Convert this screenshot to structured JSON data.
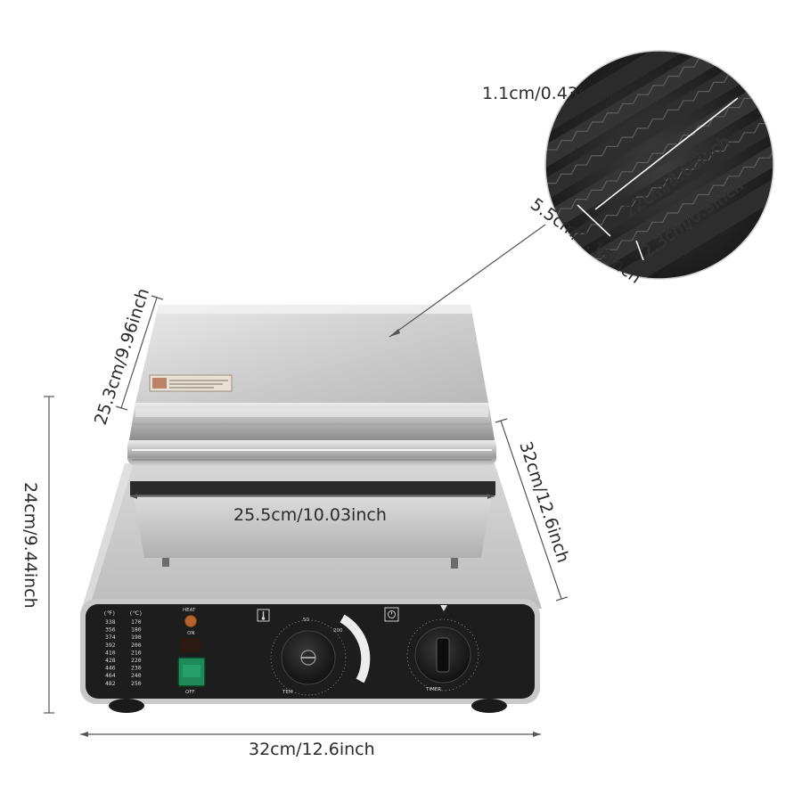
{
  "dimensions": {
    "tooth_depth": "1.1cm/0.43inch",
    "tooth_length": "22cm/8.66inch",
    "tooth_width": "2.3cm/0.9inch",
    "tooth_pitch": "5.5cm/2.16inch",
    "lid_depth": "25.3cm/9.96inch",
    "plate_width": "25.5cm/10.03inch",
    "base_depth": "32cm/12.6inch",
    "height": "24cm/9.44inch",
    "base_width": "32cm/12.6inch"
  },
  "control_panel": {
    "temperature_table": {
      "headers": [
        "(℉)",
        "(℃)"
      ],
      "rows": [
        [
          "338",
          "170"
        ],
        [
          "356",
          "180"
        ],
        [
          "374",
          "190"
        ],
        [
          "392",
          "200"
        ],
        [
          "410",
          "210"
        ],
        [
          "428",
          "220"
        ],
        [
          "446",
          "230"
        ],
        [
          "464",
          "240"
        ],
        [
          "482",
          "250"
        ]
      ]
    },
    "heat_lamp_label": "HEAT",
    "heat_lamp_sublabel": "ON",
    "power_switch_label": "OFF",
    "thermostat_label": "TEM",
    "timer_label": "TIMER",
    "icons": [
      "thermometer-icon",
      "timer-icon"
    ]
  }
}
